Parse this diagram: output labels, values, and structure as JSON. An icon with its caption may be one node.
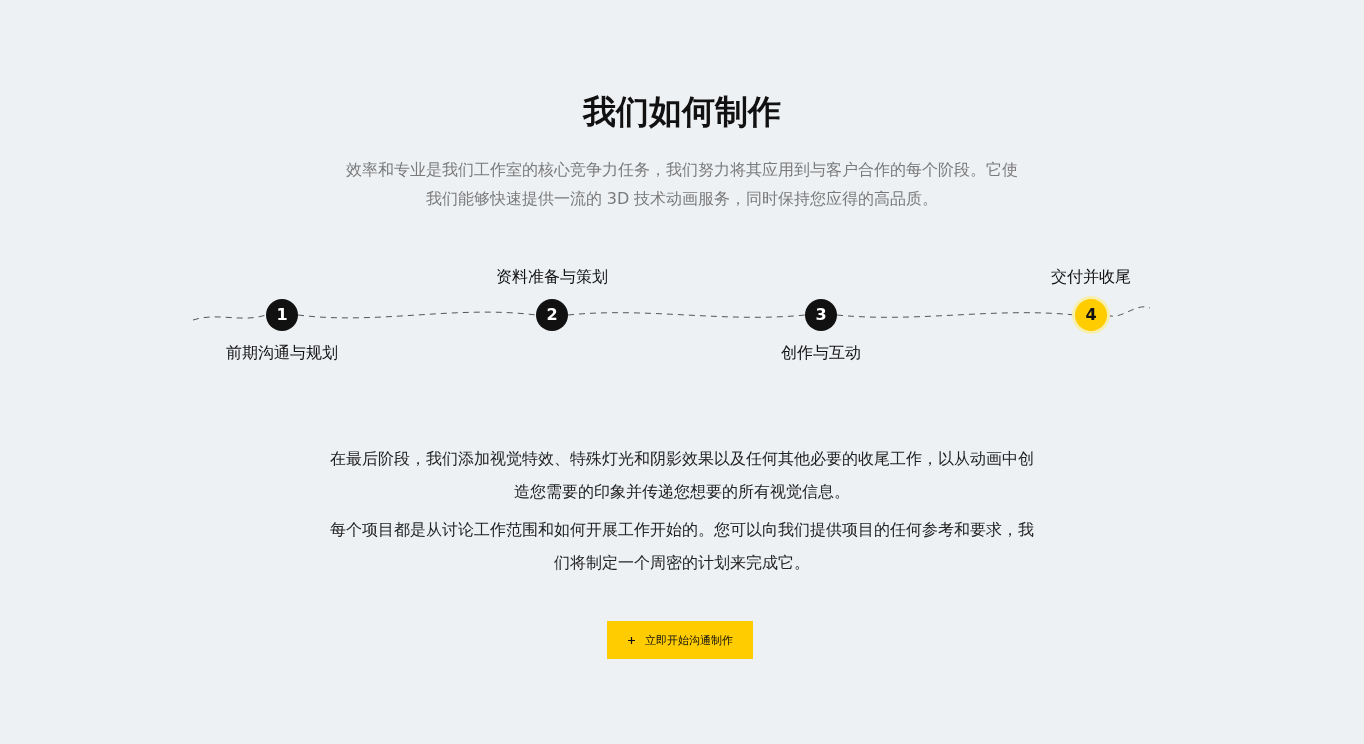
{
  "diagram": {
    "title": "我们如何制作",
    "nodes": [
      {
        "text": [
          "1"
        ],
        "beside": [
          "前期沟通与规划"
        ]
      },
      {
        "text": [
          "2"
        ],
        "beside": [
          "资料准备与策划"
        ]
      },
      {
        "text": [
          "3"
        ],
        "beside": [
          "创作与互动"
        ]
      },
      {
        "text": [
          "4"
        ],
        "beside": [
          "交付并收尾"
        ]
      }
    ],
    "edges": [
      {
        "from": null,
        "to": 0,
        "arrow": "none",
        "style": "dashed"
      },
      {
        "from": 0,
        "to": 1,
        "arrow": "none",
        "style": "dashed"
      },
      {
        "from": 1,
        "to": 2,
        "arrow": "none",
        "style": "dashed"
      },
      {
        "from": 2,
        "to": 3,
        "arrow": "none",
        "style": "dashed"
      },
      {
        "from": 3,
        "to": null,
        "arrow": "none",
        "style": "dashed"
      }
    ],
    "labels": [
      "效率和专业是我们工作室的核心竞争力任务，我们努力将其应用到与客户合作的每个阶段。它使我们能够快速提供一流的 3D 技术动画服务，同时保持您应得的高品质。",
      "在最后阶段，我们添加视觉特效、特殊灯光和阴影效果以及任何其他必要的收尾工作，以从动画中创造您需要的印象并传递您想要的所有视觉信息。",
      "每个项目都是从讨论工作范围和如何开展工作开始的。您可以向我们提供项目的任何参考和要求，我们将制定一个周密的计划来完成它。",
      "立即开始沟通制作"
    ]
  }
}
